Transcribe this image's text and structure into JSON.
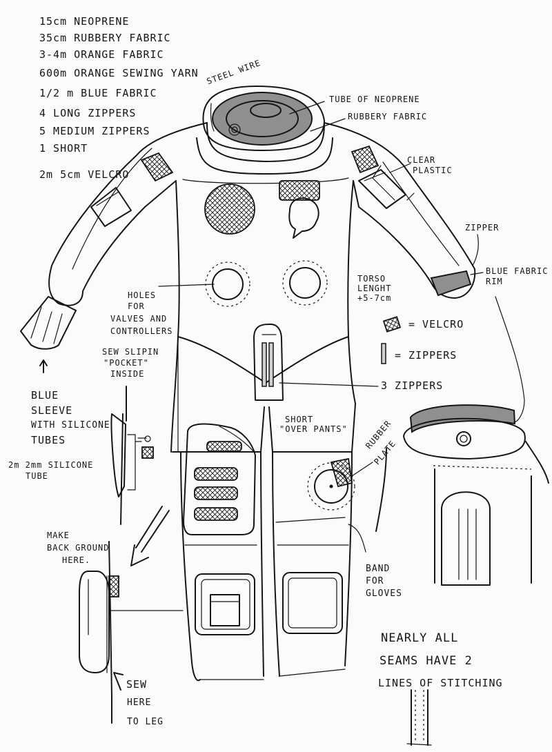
{
  "materials": [
    "15cm  NEOPRENE",
    "35cm  RUBBERY FABRIC",
    "3-4m  ORANGE FABRIC",
    "600m  ORANGE SEWING YARN",
    "1/2 m  BLUE FABRIC",
    "4  LONG ZIPPERS",
    "5  MEDIUM ZIPPERS",
    "1  SHORT",
    "2m  5cm VELCRO"
  ],
  "labels": {
    "steel_wire": "STEEL WIRE",
    "tube_of_neoprene": "TUBE OF NEOPRENE",
    "rubbery_fabric": "RUBBERY FABRIC",
    "clear_plastic_1": "CLEAR",
    "clear_plastic_2": "PLASTIC",
    "zipper": "ZIPPER",
    "blue_fabric_rim_1": "BLUE FABRIC",
    "blue_fabric_rim_2": "RIM",
    "torso_1": "TORSO",
    "torso_2": "LENGHT",
    "torso_3": "+5-7cm",
    "holes_1": "HOLES",
    "holes_2": "FOR",
    "holes_3": "VALVES AND",
    "holes_4": "CONTROLLERS",
    "sew_1": "SEW SLIPIN",
    "sew_2": "\"POCKET\"",
    "sew_3": "INSIDE",
    "three_zippers": "3 ZIPPERS",
    "short_1": "SHORT",
    "short_2": "\"OVER PANTS\"",
    "rubber_1": "RUBBER",
    "rubber_2": "PLATE",
    "blue_sleeve_1": "BLUE",
    "blue_sleeve_2": "SLEEVE",
    "blue_sleeve_3": "WITH SILICONE",
    "blue_sleeve_4": "TUBES",
    "silicone_1": "2m  2mm SILICONE",
    "silicone_2": "TUBE",
    "make_bg_1": "MAKE",
    "make_bg_2": "BACK GROUND",
    "make_bg_3": "HERE.",
    "band_1": "BAND",
    "band_2": "FOR",
    "band_3": "GLOVES",
    "seams_1": "NEARLY ALL",
    "seams_2": "SEAMS HAVE 2",
    "seams_3": "LINES OF STITCHING",
    "sew_leg_1": "SEW",
    "sew_leg_2": "HERE",
    "sew_leg_3": "TO LEG"
  },
  "legend": [
    {
      "symbol": "velcro-hatch",
      "text": "= VELCRO"
    },
    {
      "symbol": "zipper-strip",
      "text": "= ZIPPERS"
    }
  ]
}
